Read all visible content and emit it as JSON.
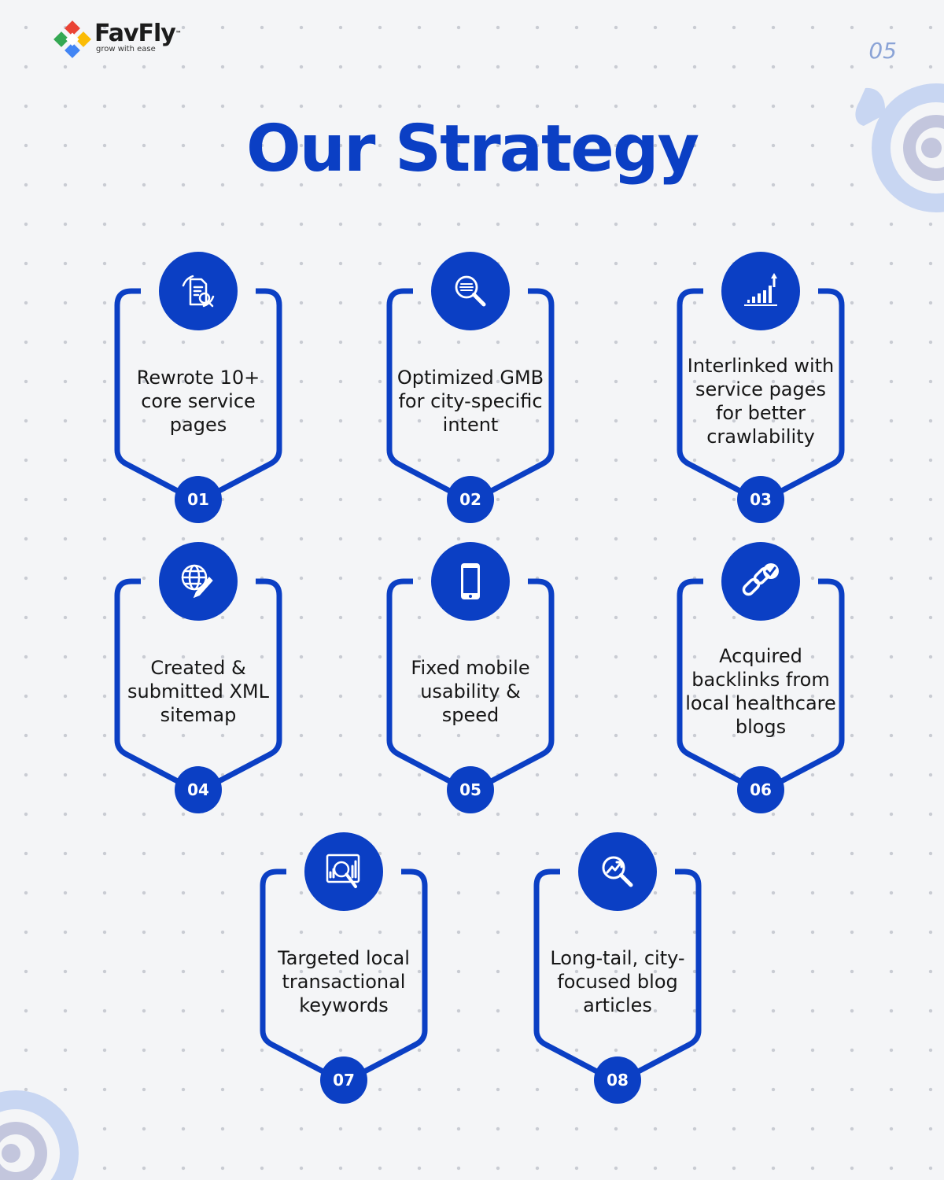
{
  "brand": {
    "name": "FavFly",
    "trademark": "™",
    "tagline": "grow with ease"
  },
  "page_number": "05",
  "title": "Our Strategy",
  "colors": {
    "primary": "#0b3fc4",
    "text": "#161616",
    "page_number": "#8aa3d6",
    "deco": "#c8d6f2"
  },
  "steps": [
    {
      "number": "01",
      "text": "Rewrote 10+ core service pages",
      "icon": "document-search-icon"
    },
    {
      "number": "02",
      "text": "Optimized GMB for city-specific intent",
      "icon": "magnifier-icon"
    },
    {
      "number": "03",
      "text": "Interlinked with service pages for better crawlability",
      "icon": "growth-chart-icon"
    },
    {
      "number": "04",
      "text": "Created & submitted XML sitemap",
      "icon": "globe-pencil-icon"
    },
    {
      "number": "05",
      "text": "Fixed mobile usability & speed",
      "icon": "smartphone-icon"
    },
    {
      "number": "06",
      "text": "Acquired backlinks from local healthcare blogs",
      "icon": "link-check-icon"
    },
    {
      "number": "07",
      "text": "Targeted local transactional keywords",
      "icon": "analytics-search-icon"
    },
    {
      "number": "08",
      "text": "Long-tail, city-focused blog articles",
      "icon": "search-trend-icon"
    }
  ]
}
